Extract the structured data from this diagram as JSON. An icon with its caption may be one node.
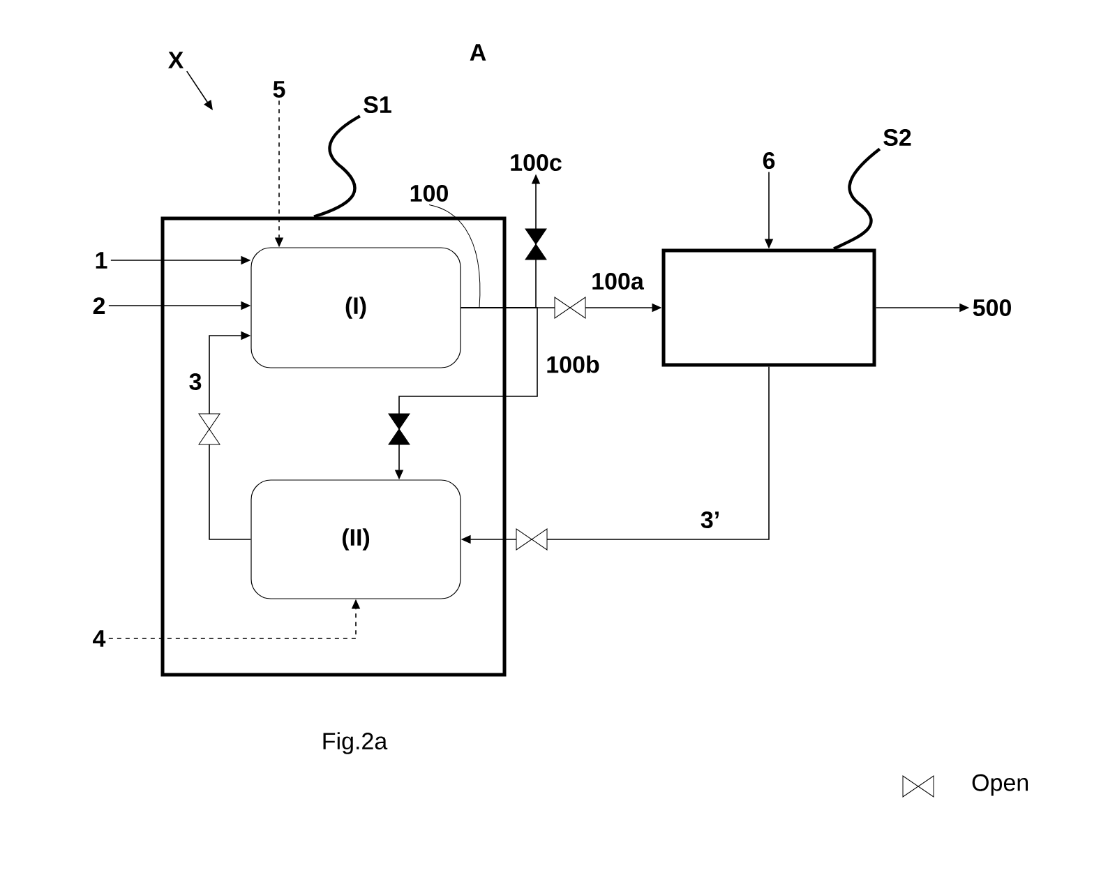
{
  "diagram": {
    "caption": "Fig.2a",
    "nodes": [
      {
        "text": [],
        "shape": "box"
      },
      {
        "text": [
          "(I)"
        ],
        "in": 0
      },
      {
        "text": [
          "(II)"
        ],
        "in": 0
      },
      {
        "text": [],
        "shape": "box"
      },
      {
        "text": [
          "1"
        ]
      },
      {
        "text": [
          "2"
        ]
      },
      {
        "text": [
          "5"
        ]
      },
      {
        "text": [
          "4"
        ]
      },
      {
        "text": [
          "6"
        ]
      },
      {
        "text": [
          "500"
        ]
      },
      {
        "text": [
          "100c"
        ]
      },
      {
        "text": [
          "100"
        ]
      },
      {
        "text": [
          "S1"
        ]
      },
      {
        "text": [
          "S2"
        ]
      },
      {
        "text": [
          "X"
        ]
      }
    ],
    "edges": [
      {
        "from": 4,
        "to": 1,
        "arrow": "to"
      },
      {
        "from": 5,
        "to": 1,
        "arrow": "to"
      },
      {
        "from": 6,
        "to": 1,
        "arrow": "to",
        "style": "dashed"
      },
      {
        "from": 2,
        "to": 1,
        "arrow": "to",
        "label": "3"
      },
      {
        "from": 1,
        "to": 3,
        "arrow": "to",
        "label": "100a"
      },
      {
        "from": 1,
        "to": 10,
        "arrow": "to"
      },
      {
        "from": 1,
        "to": 2,
        "arrow": "to",
        "label": "100b"
      },
      {
        "from": 3,
        "to": 2,
        "arrow": "to",
        "label": "3’"
      },
      {
        "from": 7,
        "to": 2,
        "arrow": "to",
        "style": "dashed"
      },
      {
        "from": 8,
        "to": 3,
        "arrow": "to"
      },
      {
        "from": 3,
        "to": 9,
        "arrow": "to"
      },
      {
        "from": 11,
        "to": null,
        "arrow": "none"
      },
      {
        "from": 12,
        "to": 0,
        "arrow": "none",
        "style": "thick"
      },
      {
        "from": 13,
        "to": 3,
        "arrow": "none",
        "style": "thick"
      },
      {
        "from": 14,
        "to": null,
        "arrow": "to"
      }
    ],
    "labels": [
      "A"
    ],
    "legend": [
      {
        "text": "Open"
      }
    ]
  }
}
